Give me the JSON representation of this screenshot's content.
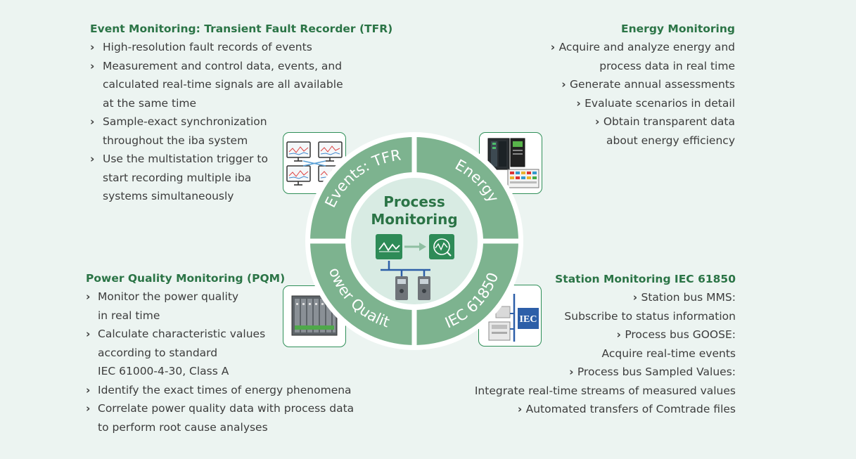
{
  "sections": {
    "tfr": {
      "title": "Event Monitoring: Transient Fault Recorder (TFR)",
      "items": [
        [
          "High-resolution fault records of events"
        ],
        [
          "Measurement and control data, events, and",
          "calculated real-time signals are all available",
          "at the same time"
        ],
        [
          "Sample-exact synchronization",
          "throughout the iba system"
        ],
        [
          "Use the multistation trigger to",
          "start recording multiple iba",
          "systems simultaneously"
        ]
      ]
    },
    "energy": {
      "title": "Energy Monitoring",
      "items": [
        [
          "Acquire and analyze energy and",
          "process data in real time"
        ],
        [
          "Generate annual assessments"
        ],
        [
          "Evaluate scenarios in detail"
        ],
        [
          "Obtain transparent data",
          "about energy efficiency"
        ]
      ]
    },
    "pqm": {
      "title": "Power Quality Monitoring (PQM)",
      "items": [
        [
          "Monitor the power quality",
          "in real time"
        ],
        [
          "Calculate characteristic values",
          "according to standard",
          "IEC 61000-4-30, Class A"
        ],
        [
          "Identify the exact times of energy phenomena"
        ],
        [
          "Correlate power quality data with process data",
          "to perform root cause analyses"
        ]
      ]
    },
    "station": {
      "title": "Station Monitoring IEC 61850",
      "items": [
        [
          "Station bus MMS:",
          "Subscribe to status information"
        ],
        [
          "Process bus GOOSE:",
          "Acquire real-time events"
        ],
        [
          "Process bus Sampled Values:",
          "Integrate real-time streams of measured values"
        ],
        [
          "Automated transfers of Comtrade files"
        ]
      ]
    }
  },
  "wheel": {
    "center_line1": "Process",
    "center_line2": "Monitoring",
    "seg_events": "Events: TFR",
    "seg_energy": "Energy",
    "seg_pq": "Power Quality",
    "seg_iec": "IEC 61850"
  },
  "cards": {
    "iec_logo_text": "IEC"
  },
  "colors": {
    "page_bg": "#ecf4f1",
    "ring_green": "#7db38f",
    "inner_disc": "#d8ebe3",
    "title_green": "#2b7446",
    "icon_green": "#2e8b57"
  }
}
